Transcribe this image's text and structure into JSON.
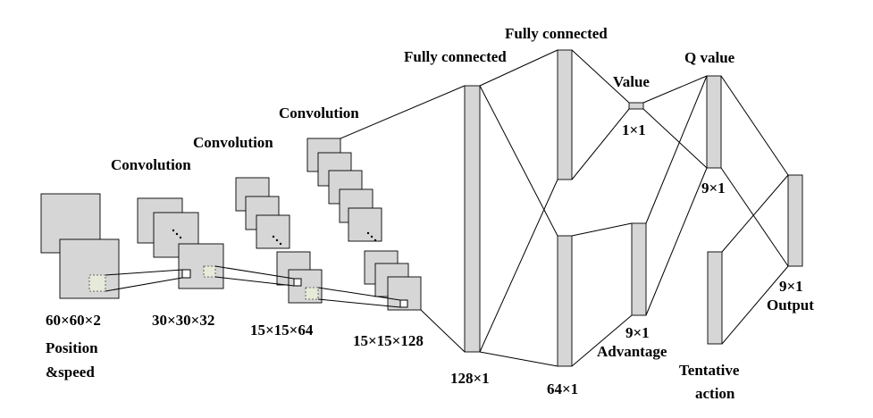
{
  "labels": {
    "input_dim": "60×60×2",
    "input_name_1": "Position",
    "input_name_2": "&speed",
    "conv1_title": "Convolution",
    "conv1_dim": "30×30×32",
    "conv2_title": "Convolution",
    "conv2_dim": "15×15×64",
    "conv3_title": "Convolution",
    "conv3_dim": "15×15×128",
    "fc1_title": "Fully connected",
    "fc1_dim": "128×1",
    "fc2_title": "Fully connected",
    "fc2_dim": "64×1",
    "value_title": "Value",
    "value_dim": "1×1",
    "advantage_dim": "9×1",
    "advantage_title": "Advantage",
    "q_title": "Q value",
    "q_dim": "9×1",
    "output_dim": "9×1",
    "output_title": "Output",
    "tentative_1": "Tentative",
    "tentative_2": "action"
  },
  "colors": {
    "feature_map_fill": "#d6d6d6",
    "patch_fill": "#e6ead8",
    "stroke": "#000000"
  }
}
